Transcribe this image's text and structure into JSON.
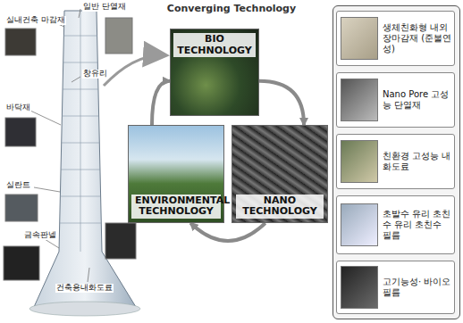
{
  "diagram": {
    "title": "Converging Technology",
    "nodes": [
      {
        "text": [
          "BIO TECHNOLOGY"
        ]
      },
      {
        "text": [
          "ENVIRONMENTAL TECHNOLOGY"
        ]
      },
      {
        "text": [
          "NANO TECHNOLOGY"
        ]
      },
      {
        "text": [
          "생체친화형 내외장마감재 (준불연성)"
        ]
      },
      {
        "text": [
          "Nano Pore 고성능 단열재"
        ]
      },
      {
        "text": [
          "친환경 고성능 내화도료"
        ]
      },
      {
        "text": [
          "초발수 유리 초친수 유리 초친수 필름"
        ]
      },
      {
        "text": [
          "고기능성· 바이오필름"
        ]
      }
    ],
    "edges": [
      {
        "from": 0,
        "to": 2,
        "arrow": "to"
      },
      {
        "from": 2,
        "to": 1,
        "arrow": "to"
      },
      {
        "from": 1,
        "to": 0,
        "arrow": "to"
      }
    ],
    "labels": [
      "일반 단열재",
      "실내건축 마감재",
      "창유리",
      "바닥재",
      "실란트",
      "금속판넬",
      "건축용내화도료"
    ]
  }
}
